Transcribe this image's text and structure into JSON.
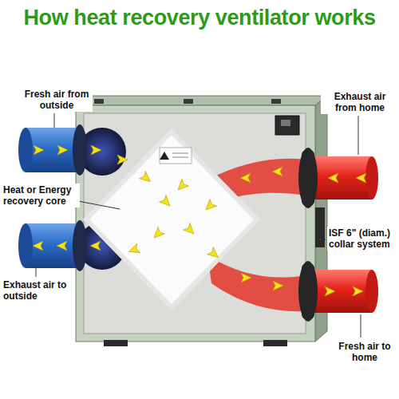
{
  "diagram": {
    "title": "How heat recovery ventilator works",
    "labels": [
      "Fresh air from outside",
      "Heat or Energy recovery core",
      "Exhaust air to outside",
      "Exhaust air from home",
      "ISF 6\" (diam.) collar system",
      "Fresh air to home"
    ]
  }
}
